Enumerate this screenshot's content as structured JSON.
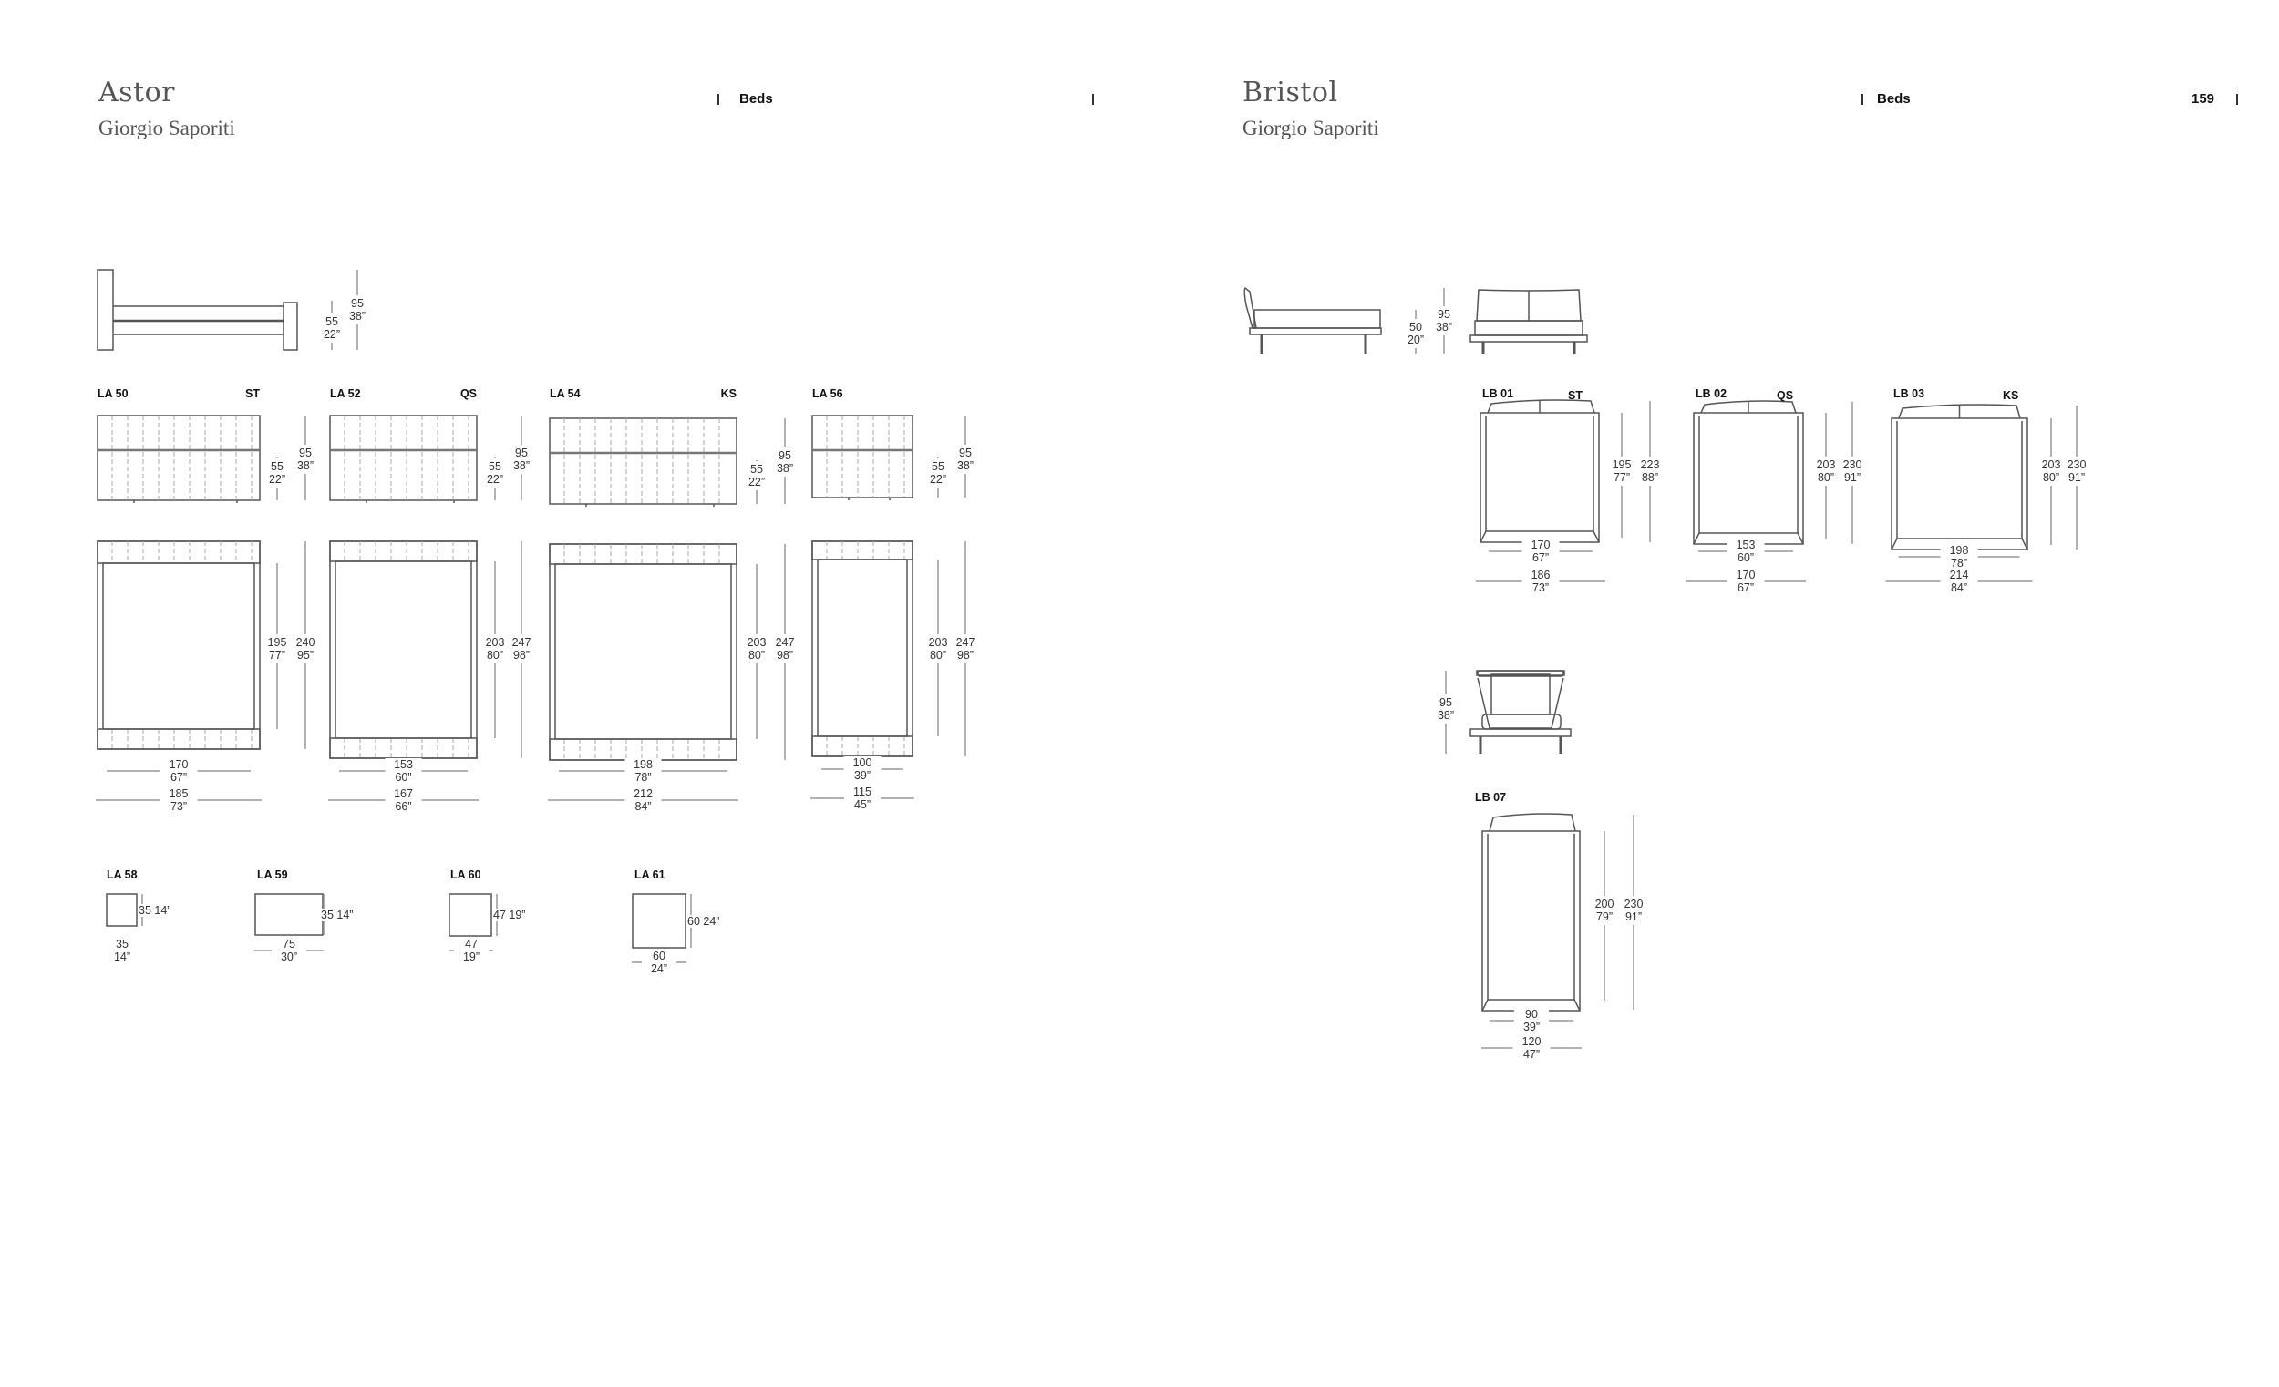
{
  "pages": [
    {
      "title": "Astor",
      "designer": "Giorgio Saporiti",
      "section": "Beds"
    },
    {
      "title": "Bristol",
      "designer": "Giorgio Saporiti",
      "section": "Beds",
      "page_number": "159"
    }
  ],
  "astor": {
    "side_dims": [
      [
        "55",
        "22”"
      ],
      [
        "95",
        "38”"
      ]
    ],
    "models": [
      {
        "code": "LA 50",
        "size": "ST",
        "front_dims": [
          [
            "55",
            "22”"
          ],
          [
            "95",
            "38”"
          ]
        ],
        "plan_dims": [
          [
            "195",
            "77”"
          ],
          [
            "240",
            "95”"
          ]
        ],
        "width_dims": [
          [
            "170",
            "67”"
          ],
          [
            "185",
            "73”"
          ]
        ]
      },
      {
        "code": "LA 52",
        "size": "QS",
        "front_dims": [
          [
            "55",
            "22”"
          ],
          [
            "95",
            "38”"
          ]
        ],
        "plan_dims": [
          [
            "203",
            "80”"
          ],
          [
            "247",
            "98”"
          ]
        ],
        "width_dims": [
          [
            "153",
            "60”"
          ],
          [
            "167",
            "66”"
          ]
        ]
      },
      {
        "code": "LA 54",
        "size": "KS",
        "front_dims": [
          [
            "55",
            "22”"
          ],
          [
            "95",
            "38”"
          ]
        ],
        "plan_dims": [
          [
            "203",
            "80”"
          ],
          [
            "247",
            "98”"
          ]
        ],
        "width_dims": [
          [
            "198",
            "78”"
          ],
          [
            "212",
            "84”"
          ]
        ]
      },
      {
        "code": "LA 56",
        "size": "",
        "front_dims": [
          [
            "55",
            "22”"
          ],
          [
            "95",
            "38”"
          ]
        ],
        "plan_dims": [
          [
            "203",
            "80”"
          ],
          [
            "247",
            "98”"
          ]
        ],
        "width_dims": [
          [
            "100",
            "39”"
          ],
          [
            "115",
            "45”"
          ]
        ]
      }
    ],
    "accessories": [
      {
        "code": "LA 58",
        "height": "35 14”",
        "width": [
          "35",
          "14”"
        ]
      },
      {
        "code": "LA 59",
        "height": "35 14”",
        "width": [
          "75",
          "30”"
        ]
      },
      {
        "code": "LA 60",
        "height": "47 19”",
        "width": [
          "47",
          "19”"
        ]
      },
      {
        "code": "LA 61",
        "height": "60 24”",
        "width": [
          "60",
          "24”"
        ]
      }
    ]
  },
  "bristol": {
    "side_dims": [
      [
        "50",
        "20”"
      ],
      [
        "95",
        "38”"
      ]
    ],
    "models": [
      {
        "code": "LB 01",
        "size": "ST",
        "plan_dims": [
          [
            "195",
            "77”"
          ],
          [
            "223",
            "88”"
          ]
        ],
        "width_dims": [
          [
            "170",
            "67”"
          ],
          [
            "186",
            "73”"
          ]
        ]
      },
      {
        "code": "LB 02",
        "size": "QS",
        "plan_dims": [
          [
            "203",
            "80”"
          ],
          [
            "230",
            "91”"
          ]
        ],
        "width_dims": [
          [
            "153",
            "60”"
          ],
          [
            "170",
            "67”"
          ]
        ]
      },
      {
        "code": "LB 03",
        "size": "KS",
        "plan_dims": [
          [
            "203",
            "80”"
          ],
          [
            "230",
            "91”"
          ]
        ],
        "width_dims": [
          [
            "198",
            "78”"
          ],
          [
            "214",
            "84”"
          ]
        ]
      }
    ],
    "single_front_dims": [
      [
        "95",
        "38”"
      ]
    ],
    "single": {
      "code": "LB 07",
      "plan_dims": [
        [
          "200",
          "79”"
        ],
        [
          "230",
          "91”"
        ]
      ],
      "width_dims": [
        [
          "90",
          "39”"
        ],
        [
          "120",
          "47”"
        ]
      ]
    }
  }
}
